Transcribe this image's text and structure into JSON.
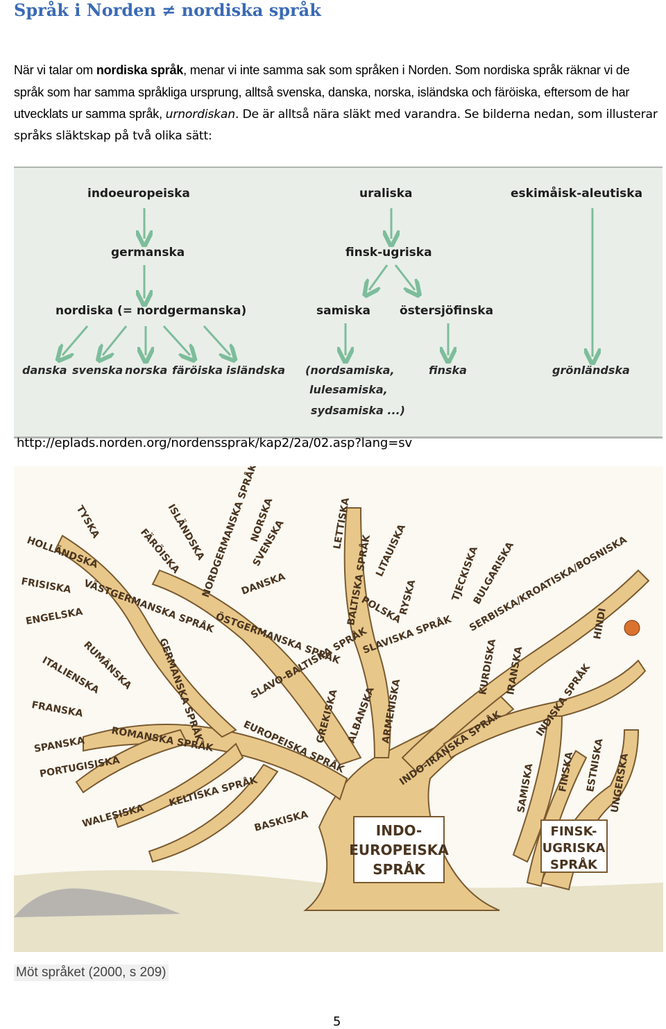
{
  "title": "Språk i Norden ≠ nordiska språk",
  "intro": {
    "p1_pre": "När vi talar om ",
    "p1_bold": "nordiska språk",
    "p1_post": ", menar vi inte samma sak som språken i Norden.",
    "p2": " Som nordiska språk räknar vi de språk som har samma språkliga ursprung, alltså svenska, danska, norska, isländska och färöiska, eftersom de har utvecklats ur samma språk, ",
    "p2_italic": "urnordiskan",
    "p3": ". De är alltså nära släkt med varandra. Se bilderna nedan, som illusterar språks släktskap på två olika sätt:"
  },
  "diagram": {
    "families": [
      "indoeuropeiska",
      "uraliska",
      "eskimåisk-aleutiska"
    ],
    "germanska": "germanska",
    "finsk_ugriska": "finsk-ugriska",
    "nordiska": "nordiska (= nordgermanska)",
    "samiska": "samiska",
    "ostersjofinska": "östersjöfinska",
    "nordic_languages": [
      "danska",
      "svenska",
      "norska",
      "färöiska",
      "isländska"
    ],
    "sami_line1": "(nordsamiska,",
    "sami_line2": "lulesamiska,",
    "sami_line3": "sydsamiska ...)",
    "finska": "finska",
    "gronlandska": "grönländska",
    "arrow_color": "#7dbd9b"
  },
  "url": "http://eplads.norden.org/nordenssprak/kap2/2a/02.asp?lang=sv",
  "tree": {
    "branches": [
      "HOLLÄNDSKA",
      "TYSKA",
      "FRISISKA",
      "ENGELSKA",
      "VÄSTGERMANSKA SPRÅK",
      "FÄRÖISKA",
      "ISLÄNDSKA",
      "NORDGERMANSKA SPRÅK",
      "NORSKA",
      "SVENSKA",
      "DANSKA",
      "ÖSTGERMANSKA SPRÅK",
      "GERMANSKA SPRÅK",
      "LETTISKA",
      "BALTISKA SPRÅK",
      "LITAUISKA",
      "POLSKA",
      "RYSKA",
      "TJECKISKA",
      "BULGARISKA",
      "SERBISKA/KROATISKA/BOSNISKA",
      "SLAVISKA SPRÅK",
      "HINDI",
      "RUMÄNSKA",
      "ITALIENSKA",
      "FRANSKA",
      "SPANSKA",
      "PORTUGISISKA",
      "ROMANSKA SPRÅK",
      "SLAVO-BALTISKA SPRÅK",
      "GREKISKA",
      "ALBANSKA",
      "ARMENISKA",
      "KURDISKA",
      "IRANSKA",
      "INDISKA SPRÅK",
      "EUROPEISKA SPRÅK",
      "INDO-IRANSKA SPRÅK",
      "WALESISKA",
      "KELTISKA SPRÅK",
      "BASKISKA",
      "SAMISKA",
      "FINSKA",
      "ESTNISKA",
      "UNGERSKA"
    ],
    "trunk_sign": [
      "INDO-",
      "EUROPEISKA",
      "SPRÅK"
    ],
    "finno_sign": [
      "FINSK-",
      "UGRISKA",
      "SPRÅK"
    ]
  },
  "caption": "Möt språket (2000, s 209)",
  "page_number": "5"
}
